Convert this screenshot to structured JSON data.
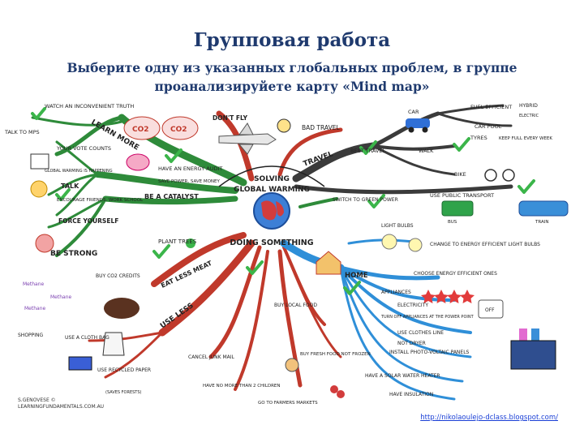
{
  "page": {
    "title": "Групповая работа",
    "subtitle": "Выберите одну из указанных глобальных проблем, в группе проанализируйете карту «Mind map»",
    "source_link": "http://nikolaoulejo-dclass.blogspot.com/"
  },
  "mindmap": {
    "center": {
      "line1": "SOLVING",
      "line2": "GLOBAL WARMING",
      "line3": "DOING SOMETHING"
    },
    "branches": {
      "learn_more": "LEARN MORE",
      "watch_movie": "WATCH AN INCONVENIENT TRUTH",
      "talk_mps": "TALK TO MPS",
      "your_vote": "YOUR VOTE COUNTS",
      "global_warming_happening": "GLOBAL WARMING IS HAPPENING",
      "talk": "TALK",
      "encourage": "ENCOURAGE FRIENDS, WORK SCHOOL",
      "force_yourself": "FORCE YOURSELF",
      "be_strong": "BE STRONG",
      "be_catalyst": "BE A CATALYST",
      "energy_audit": "HAVE AN ENERGY AUDIT",
      "save_power": "SAVE POWER, SAVE MONEY",
      "co2": "CO2",
      "dont_fly": "DON'T FLY",
      "bad_travel": "BAD TRAVEL",
      "travel": "TRAVEL",
      "best_travel": "BEST TRAVEL",
      "car": "CAR",
      "fuel_efficient": "FUEL EFFICIENT",
      "hybrid": "HYBRID",
      "electric": "ELECTRIC",
      "car_pool": "CAR POOL",
      "tyres": "TYRES",
      "keep_full": "KEEP FULL EVERY WEEK",
      "walk": "WALK",
      "bike": "BIKE",
      "public_transport": "USE PUBLIC TRANSPORT",
      "bus": "BUS",
      "train": "TRAIN",
      "switch_green": "SWITCH TO GREEN POWER",
      "light_bulbs": "LIGHT BULBS",
      "change_bulbs": "CHANGE TO ENERGY EFFICIENT LIGHT BULBS",
      "home": "HOME",
      "choose_energy": "CHOOSE ENERGY EFFICIENT ONES",
      "appliances": "APPLIANCES",
      "electricity": "ELECTRICITY",
      "turn_off": "TURN OFF APPLIANCES AT THE POWER POINT",
      "off": "OFF",
      "clothes_line": "USE CLOTHES LINE",
      "not_dryer": "NOT DRYER",
      "photo_voltaic": "INSTALL PHOTO-VOLTAIC PANELS",
      "solar_water": "HAVE A SOLAR WATER HEATER",
      "insulation": "HAVE INSULATION",
      "plant_trees": "PLANT TREES",
      "buy_co2": "BUY CO2 CREDITS",
      "eat_less_meat": "EAT LESS MEAT",
      "methane": "Methane",
      "use_less": "USE LESS",
      "shopping": "SHOPPING",
      "cloth_bag": "USE A CLOTH BAG",
      "recycled_paper": "USE RECYCLED PAPER",
      "saves_forests": "(SAVES FORESTS)",
      "cancel_junk": "CANCEL JUNK MAIL",
      "no_more_children": "HAVE NO MORE THAN 2 CHILDREN",
      "buy_local": "BUY LOCAL FOOD",
      "fresh_food": "BUY FRESH FOOD NOT FROZEN",
      "farmers_markets": "GO TO FARMERS MARKETS"
    },
    "credit": {
      "line1": "S.GENOVESE ©",
      "line2": "LEARNINGFUNDAMENTALS.COM.AU"
    }
  },
  "colors": {
    "title": "#1f3a6e",
    "branch_green": "#2e8b3a",
    "branch_red": "#c0392b",
    "branch_blue": "#2f8fd8",
    "branch_dark": "#3b3b3b",
    "link": "#1a3fd6",
    "check_green": "#3bb54a"
  }
}
